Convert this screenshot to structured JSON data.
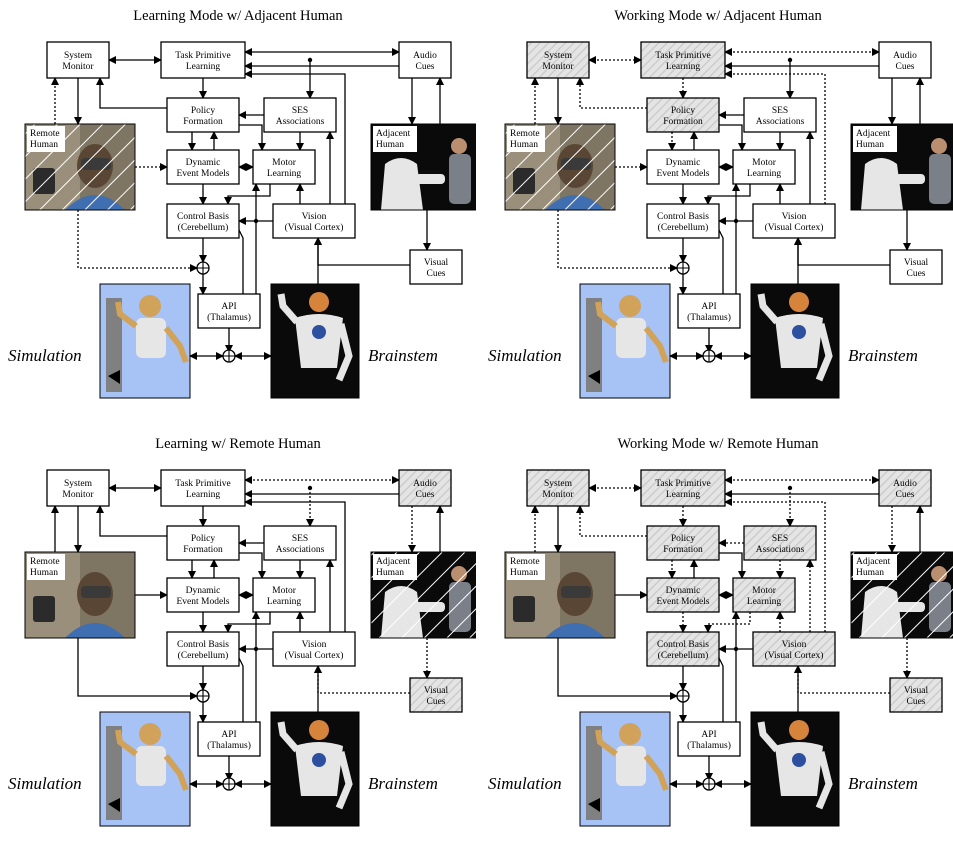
{
  "panels": [
    {
      "id": "p1",
      "title": "Learning Mode w/ Adjacent Human",
      "remote_active": false,
      "adjacent_active": true,
      "hatched": [],
      "dotted": [
        "rh-sm",
        "rh-ev",
        "rh-sum"
      ]
    },
    {
      "id": "p2",
      "title": "Working Mode w/ Adjacent Human",
      "remote_active": false,
      "adjacent_active": true,
      "hatched": [
        "sysmon",
        "taskprim",
        "policy"
      ],
      "dotted": [
        "rh-sm",
        "rh-ev",
        "rh-sum",
        "sm-tp",
        "tp-pf",
        "pf-sm",
        "ac-tp",
        "vc-tp",
        "pf-ev"
      ]
    },
    {
      "id": "p3",
      "title": "Learning w/ Remote Human",
      "remote_active": true,
      "adjacent_active": false,
      "hatched": [
        "audio",
        "visualcues"
      ],
      "dotted": [
        "ac-tp",
        "ac-ah",
        "ah-vq",
        "vq-vc",
        "ac-ses"
      ]
    },
    {
      "id": "p4",
      "title": "Working Mode w/ Remote Human",
      "remote_active": true,
      "adjacent_active": false,
      "hatched": [
        "sysmon",
        "taskprim",
        "policy",
        "ses",
        "dynamic",
        "motor",
        "control",
        "vision",
        "audio",
        "visualcues"
      ],
      "dotted": [
        "sm-tp",
        "tp-pf",
        "pf-sm",
        "ac-tp",
        "vc-tp",
        "pf-ev",
        "ac-ah",
        "ah-vq",
        "vq-vc",
        "ac-ses",
        "ses-pf",
        "ses-ml",
        "ev-cb",
        "ml-cb",
        "vc-ml",
        "vc-ses",
        "rh-sm"
      ]
    }
  ],
  "boxes": {
    "sysmon": [
      "System",
      "Monitor"
    ],
    "taskprim": [
      "Task Primitive",
      "Learning"
    ],
    "audio": [
      "Audio",
      "Cues"
    ],
    "policy": [
      "Policy",
      "Formation"
    ],
    "ses": [
      "SES",
      "Associations"
    ],
    "dynamic": [
      "Dynamic",
      "Event Models"
    ],
    "motor": [
      "Motor",
      "Learning"
    ],
    "control": [
      "Control Basis",
      "(Cerebellum)"
    ],
    "vision": [
      "Vision",
      "(Visual Cortex)"
    ],
    "visualcues": [
      "Visual",
      "Cues"
    ],
    "api": [
      "API",
      "(Thalamus)"
    ]
  },
  "photo_labels": {
    "remote": [
      "Remote",
      "Human"
    ],
    "adjacent": [
      "Adjacent",
      "Human"
    ]
  },
  "side_labels": {
    "simulation": "Simulation",
    "brainstem": "Brainstem"
  },
  "colors": {
    "hatch": "#c8c8c8",
    "line": "#000000",
    "sim_bg": "#a7c2f4",
    "dark_bg": "#0a0a0a",
    "robot_gold": "#d1a25a",
    "robot_white": "#e6e6e6",
    "photo_wall": "#9a8f7a",
    "shirt_blue": "#3f6fb0"
  }
}
